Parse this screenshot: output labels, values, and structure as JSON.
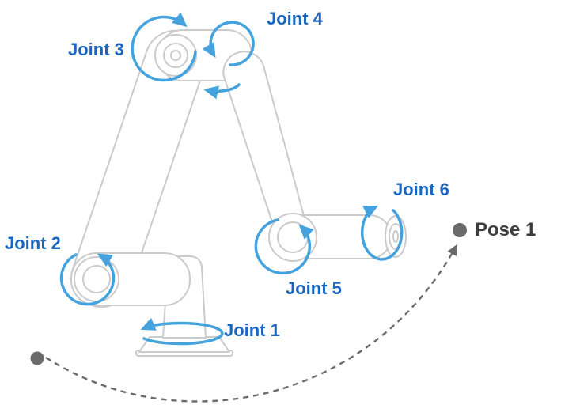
{
  "diagram": {
    "type": "robot-arm-joint-rotation-diagram",
    "joint_labels": {
      "j1": "Joint 1",
      "j2": "Joint 2",
      "j3": "Joint 3",
      "j4": "Joint 4",
      "j5": "Joint 5",
      "j6": "Joint 6"
    },
    "pose_label": "Pose 1",
    "colors": {
      "joint_label_blue": "#1a66c0",
      "rotation_arrow_blue": "#44a2de",
      "robot_outline_gray": "#cbcbcb",
      "motion_path_gray": "#6b6b6b",
      "marker_dot_gray": "#6b6b6b",
      "pose_label_dark": "#3d3d3d"
    }
  }
}
